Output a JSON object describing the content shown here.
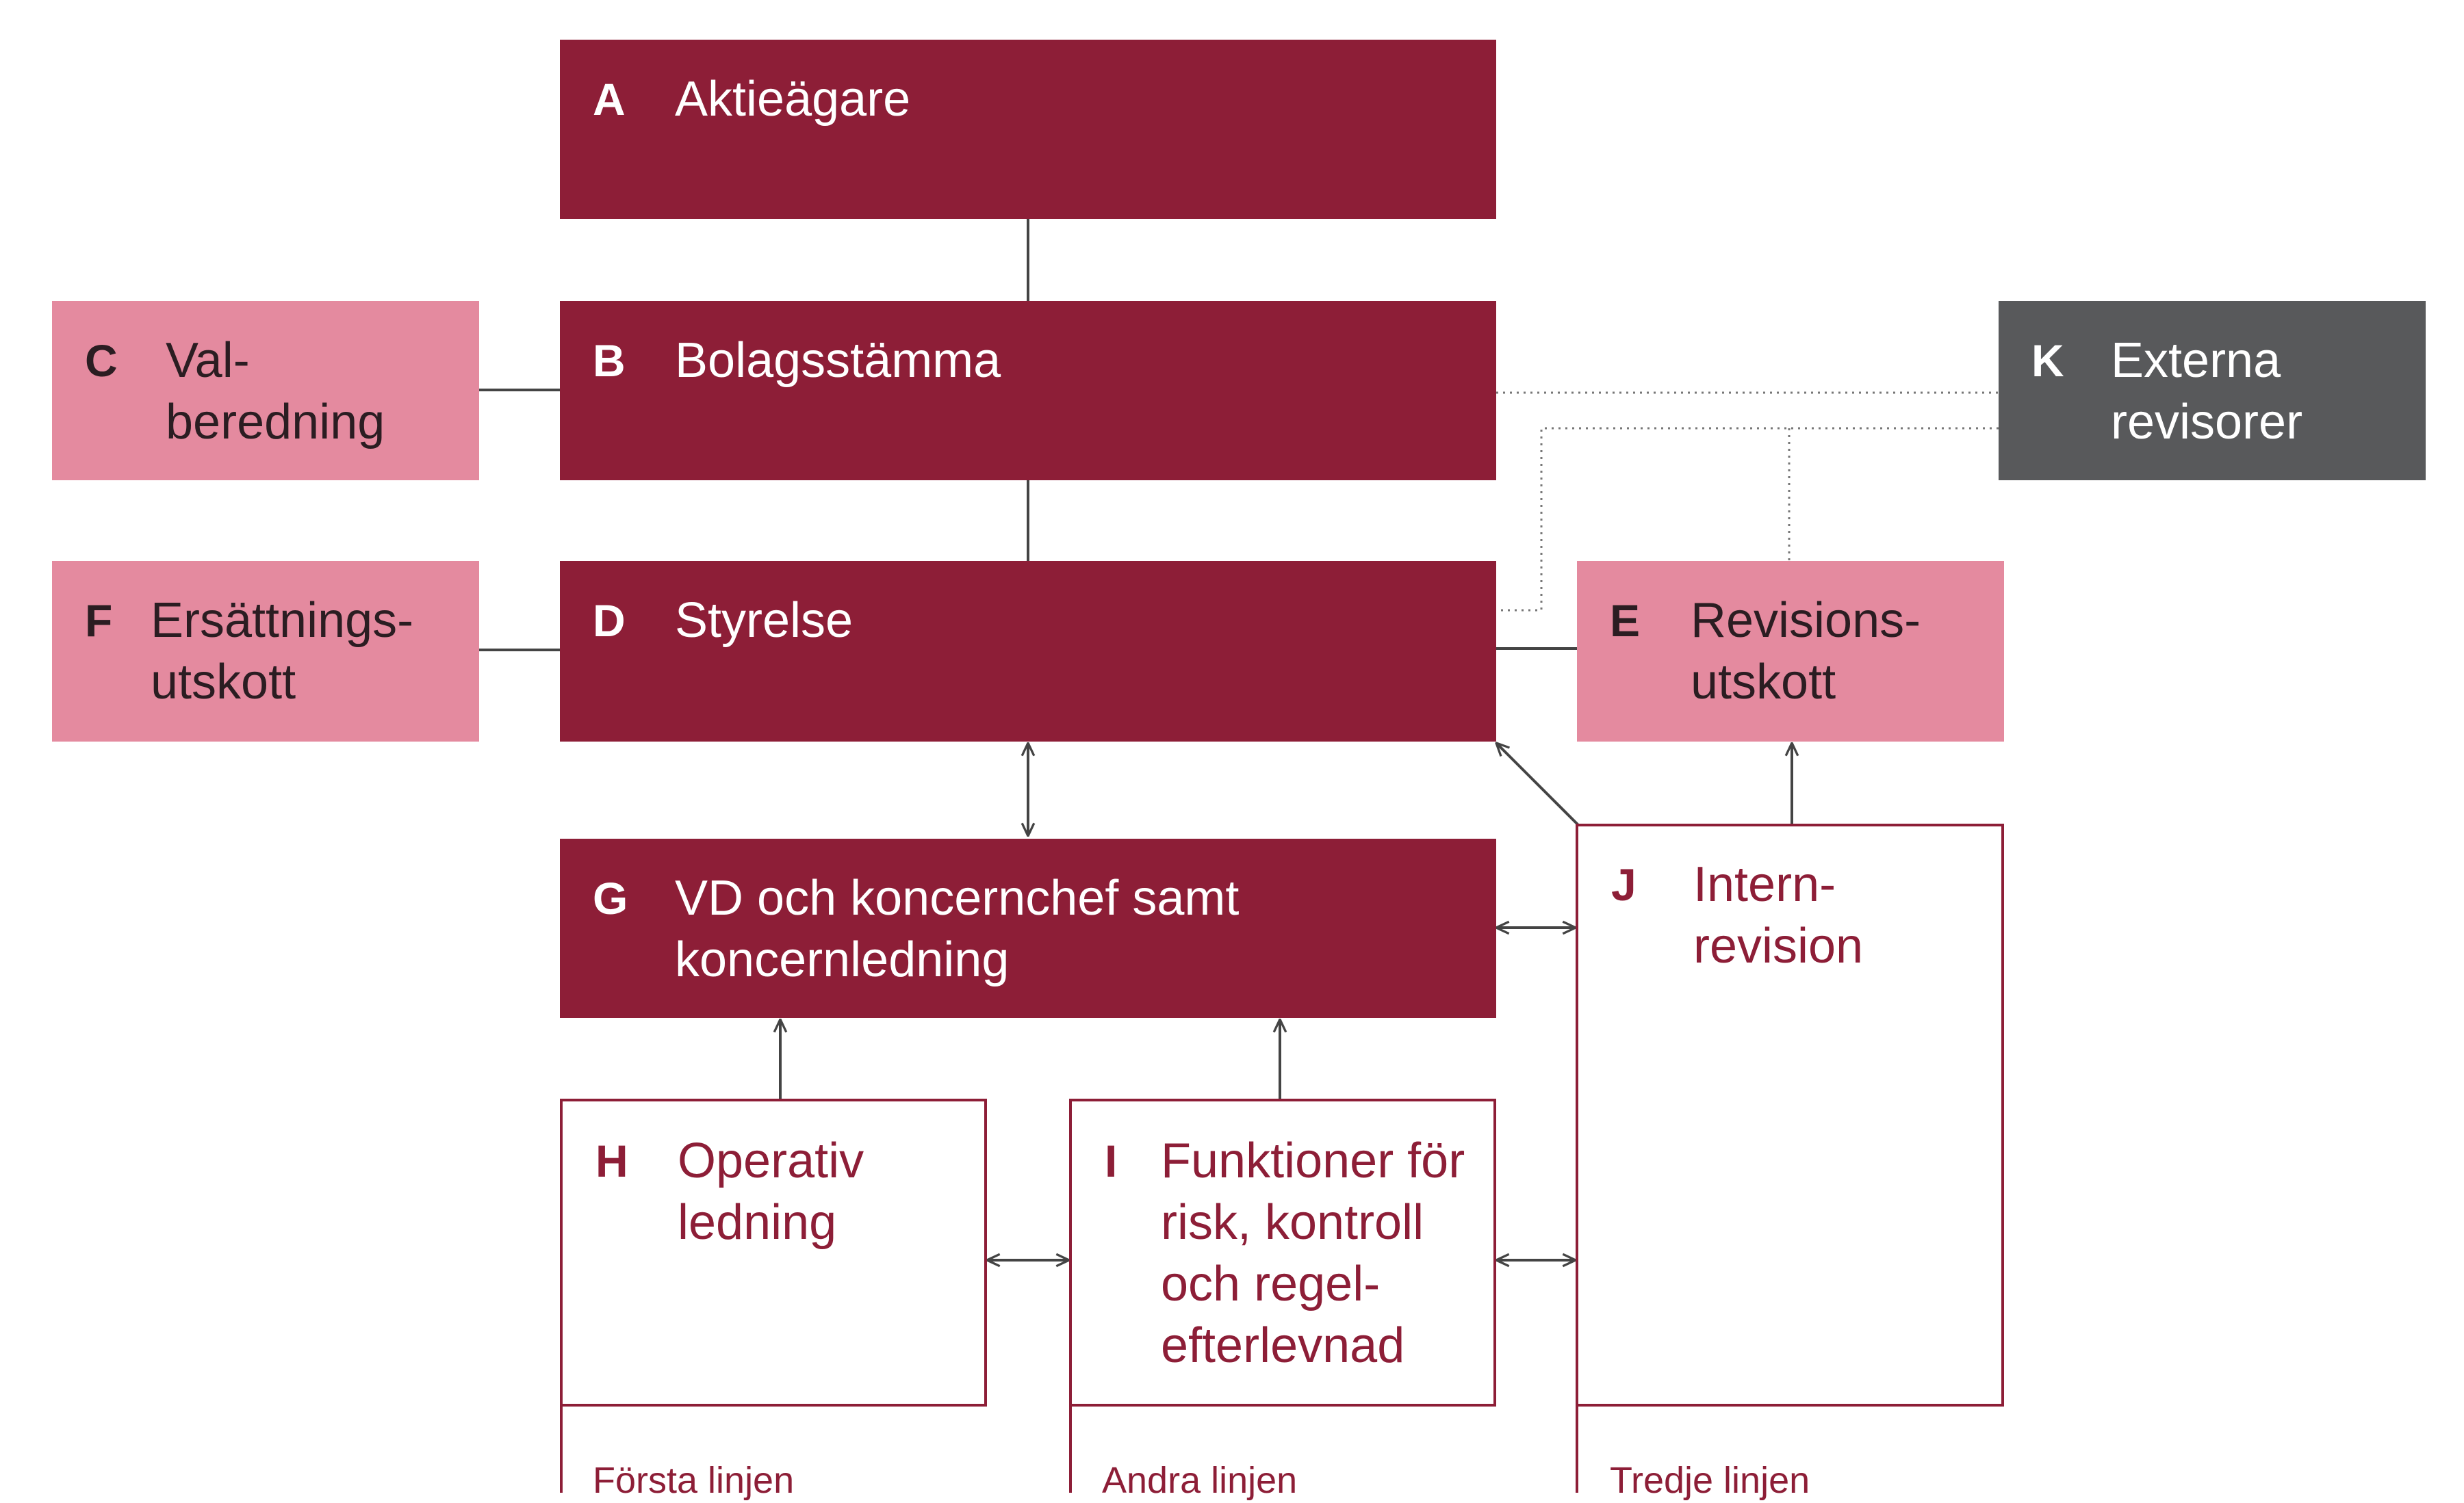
{
  "colors": {
    "dark": "#8d1e37",
    "pink": "#e48a9f",
    "grey": "#58595b",
    "connector": "#444444"
  },
  "boxes": {
    "a": {
      "letter": "A",
      "label": "Aktieägare"
    },
    "b": {
      "letter": "B",
      "label": "Bolagsstämma"
    },
    "c": {
      "letter": "C",
      "line1": "Val-",
      "line2": "beredning"
    },
    "d": {
      "letter": "D",
      "label": "Styrelse"
    },
    "e": {
      "letter": "E",
      "line1": "Revisions-",
      "line2": "utskott"
    },
    "f": {
      "letter": "F",
      "line1": "Ersättnings-",
      "line2": "utskott"
    },
    "g": {
      "letter": "G",
      "line1": "VD och koncernchef samt",
      "line2": "koncernledning"
    },
    "h": {
      "letter": "H",
      "line1": "Operativ",
      "line2": "ledning"
    },
    "i": {
      "letter": "I",
      "line1": "Funktioner för",
      "line2": "risk, kontroll",
      "line3": "och regel-",
      "line4": "efterlevnad"
    },
    "j": {
      "letter": "J",
      "line1": "Intern-",
      "line2": "revision"
    },
    "k": {
      "letter": "K",
      "line1": "Externa",
      "line2": "revisorer"
    }
  },
  "lines_of_defense": {
    "first": "Första linjen",
    "second": "Andra linjen",
    "third": "Tredje linjen"
  }
}
